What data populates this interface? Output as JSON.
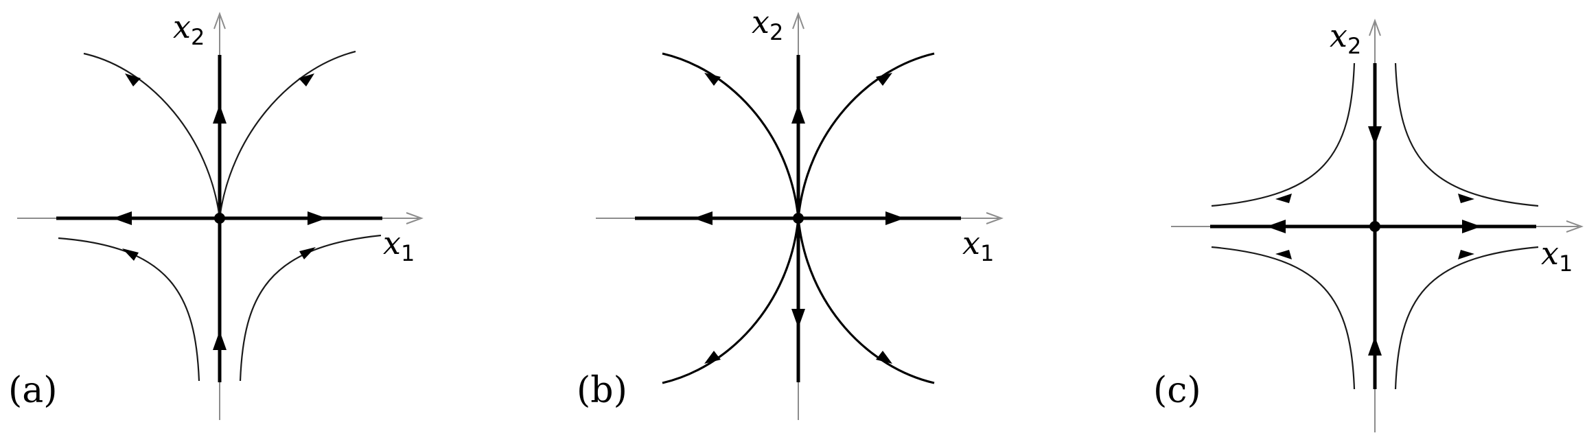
{
  "figure": {
    "panels": [
      {
        "id": "a",
        "label": "(a)",
        "x_axis": {
          "name": "x",
          "subscript": "1"
        },
        "y_axis": {
          "name": "x",
          "subscript": "2"
        }
      },
      {
        "id": "b",
        "label": "(b)",
        "x_axis": {
          "name": "x",
          "subscript": "1"
        },
        "y_axis": {
          "name": "x",
          "subscript": "2"
        }
      },
      {
        "id": "c",
        "label": "(c)",
        "x_axis": {
          "name": "x",
          "subscript": "1"
        },
        "y_axis": {
          "name": "x",
          "subscript": "2"
        }
      }
    ]
  }
}
